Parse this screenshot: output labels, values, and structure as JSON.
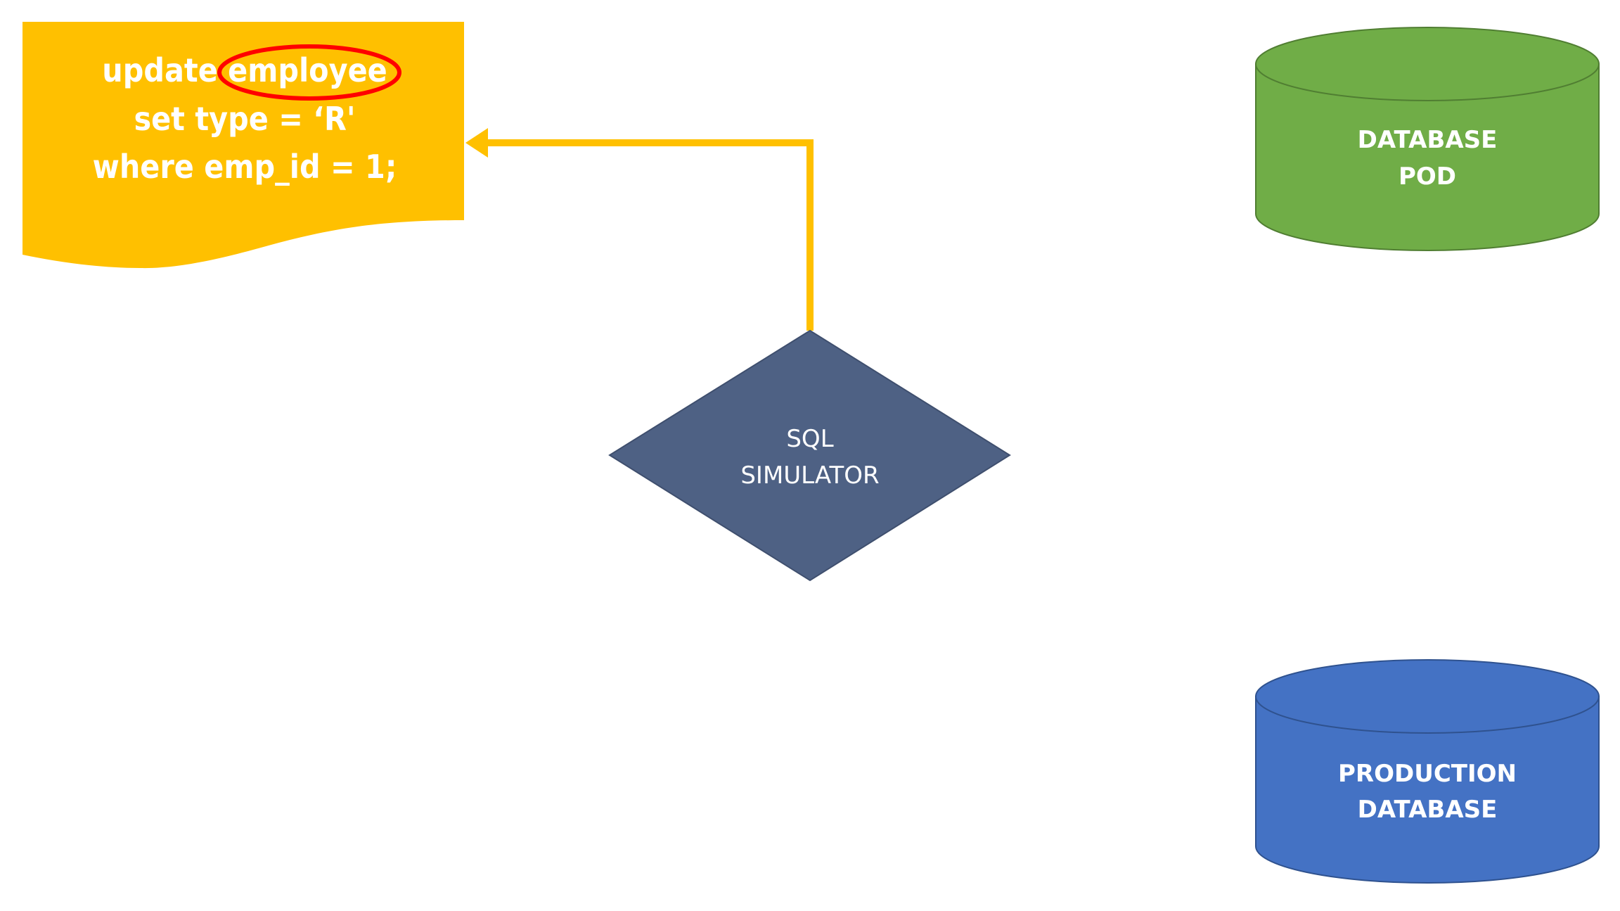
{
  "document": {
    "lines": [
      "update employee",
      "set type = ‘R'",
      "where emp_id = 1;"
    ],
    "highlighted_word": "employee",
    "color": "#FFC000",
    "highlight_color": "#FF0000"
  },
  "simulator": {
    "lines": [
      "SQL",
      "SIMULATOR"
    ],
    "color": "#4E6184"
  },
  "database_pod": {
    "lines": [
      "DATABASE",
      "POD"
    ],
    "color": "#70AD47"
  },
  "production_database": {
    "lines": [
      "PRODUCTION",
      "DATABASE"
    ],
    "color": "#4472C4"
  },
  "connector": {
    "color": "#FFC000",
    "from": "simulator",
    "to": "document"
  }
}
